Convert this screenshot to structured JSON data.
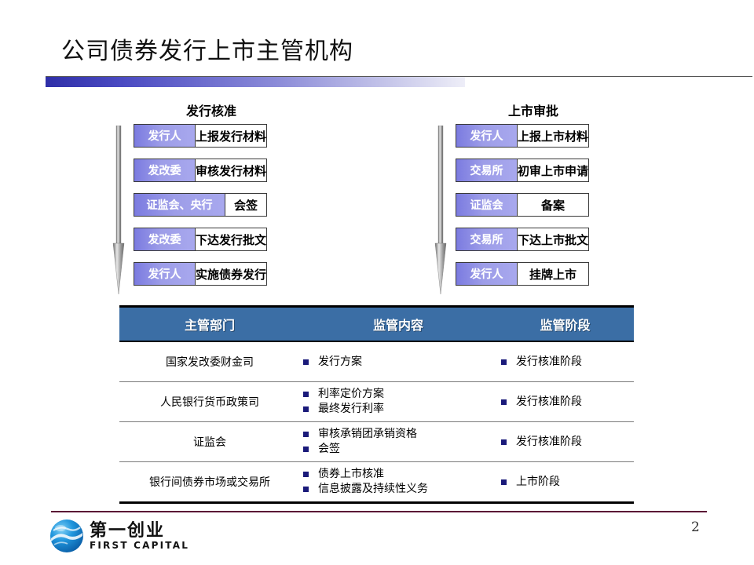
{
  "slide": {
    "title": "公司债券发行上市主管机构",
    "page_number": "2",
    "accent_bar_color": "#2f2fa8",
    "footer_rule_color": "#5a0c34"
  },
  "flows": [
    {
      "name": "issuance-approval",
      "title": "发行核准",
      "rows": [
        {
          "agent": "发行人",
          "action": "上报发行材料",
          "agent_width": "narrow"
        },
        {
          "agent": "发改委",
          "action": "审核发行材料",
          "agent_width": "narrow"
        },
        {
          "agent": "证监会、央行",
          "action": "会签",
          "agent_width": "wide"
        },
        {
          "agent": "发改委",
          "action": "下达发行批文",
          "agent_width": "narrow"
        },
        {
          "agent": "发行人",
          "action": "实施债券发行",
          "agent_width": "narrow"
        }
      ]
    },
    {
      "name": "listing-approval",
      "title": "上市审批",
      "rows": [
        {
          "agent": "发行人",
          "action": "上报上市材料",
          "agent_width": "narrow"
        },
        {
          "agent": "交易所",
          "action": "初审上市申请",
          "agent_width": "narrow"
        },
        {
          "agent": "证监会",
          "action": "备案",
          "agent_width": "narrow"
        },
        {
          "agent": "交易所",
          "action": "下达上市批文",
          "agent_width": "narrow"
        },
        {
          "agent": "发行人",
          "action": "挂牌上市",
          "agent_width": "narrow"
        }
      ]
    }
  ],
  "table": {
    "header_bg": "#3b6ea5",
    "bullet_color": "#1a1a7a",
    "columns": [
      "主管部门",
      "监管内容",
      "监管阶段"
    ],
    "rows": [
      {
        "department": "国家发改委财金司",
        "contents": [
          "发行方案"
        ],
        "stages": [
          "发行核准阶段"
        ]
      },
      {
        "department": "人民银行货币政策司",
        "contents": [
          "利率定价方案",
          "最终发行利率"
        ],
        "stages": [
          "发行核准阶段"
        ]
      },
      {
        "department": "证监会",
        "contents": [
          "审核承销团承销资格",
          "会签"
        ],
        "stages": [
          "发行核准阶段"
        ]
      },
      {
        "department": "银行间债券市场或交易所",
        "contents": [
          "债券上市核准",
          "信息披露及持续性义务"
        ],
        "stages": [
          "上市阶段"
        ]
      }
    ]
  },
  "logo": {
    "chinese": "第一创业",
    "english": "FIRST CAPITAL"
  }
}
